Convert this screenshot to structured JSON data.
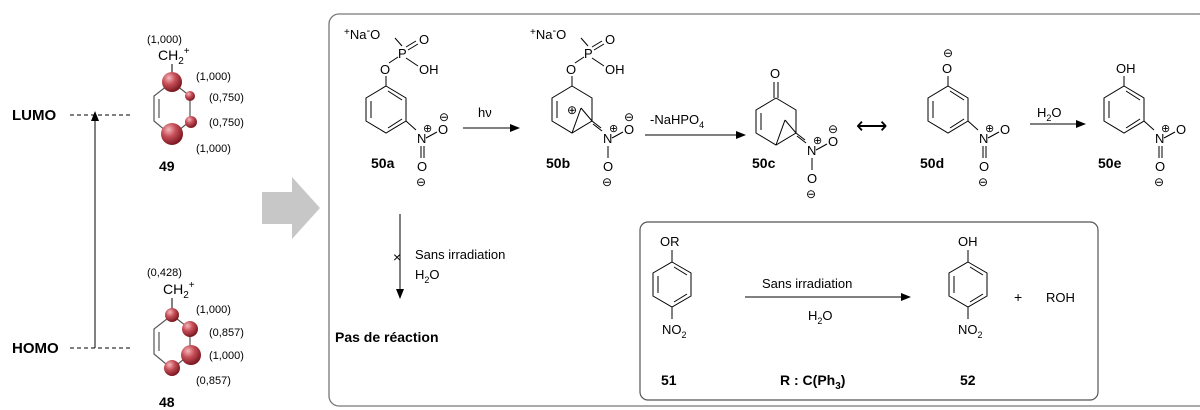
{
  "levels": {
    "lumo": "LUMO",
    "homo": "HOMO"
  },
  "compound49": {
    "label": "49",
    "group_main": "CH",
    "group_sub": "2",
    "group_sup": "+",
    "coeffs": [
      "(1,000)",
      "(1,000)",
      "(0,750)",
      "(0,750)",
      "(1,000)"
    ]
  },
  "compound48": {
    "label": "48",
    "group_main": "CH",
    "group_sub": "2",
    "group_sup": "+",
    "coeffs": [
      "(0,428)",
      "(1,000)",
      "(0,857)",
      "(1,000)",
      "(0,857)"
    ]
  },
  "arrow_symbol": "➡",
  "scheme": {
    "compounds": [
      "50a",
      "50b",
      "50c",
      "50d",
      "50e"
    ],
    "na_plus": "+",
    "na": "Na",
    "o_minus": "-",
    "o": "O",
    "p": "P",
    "oh": "OH",
    "n": "N",
    "n_plus": "+",
    "minus_circle": "⊖",
    "plus_circle": "⊕",
    "hv": "hν",
    "loss_main": "-NaHPO",
    "loss_sub": "4",
    "h2o_main": "H",
    "h2o_sub": "2",
    "h2o_end": "O",
    "resonance": "⟷",
    "no_rxn_x": "×",
    "sans_irr": "Sans irradiation",
    "no_reaction": "Pas de réaction"
  },
  "inset": {
    "or_label": "OR",
    "oh_label": "OH",
    "no2_main": "NO",
    "no2_sub": "2",
    "compound51": "51",
    "compound52": "52",
    "r_def_main": "R : C(Ph",
    "r_def_sub": "3",
    "r_def_end": ")",
    "plus": "+",
    "roh": "ROH",
    "sans_irr": "Sans irradiation"
  }
}
